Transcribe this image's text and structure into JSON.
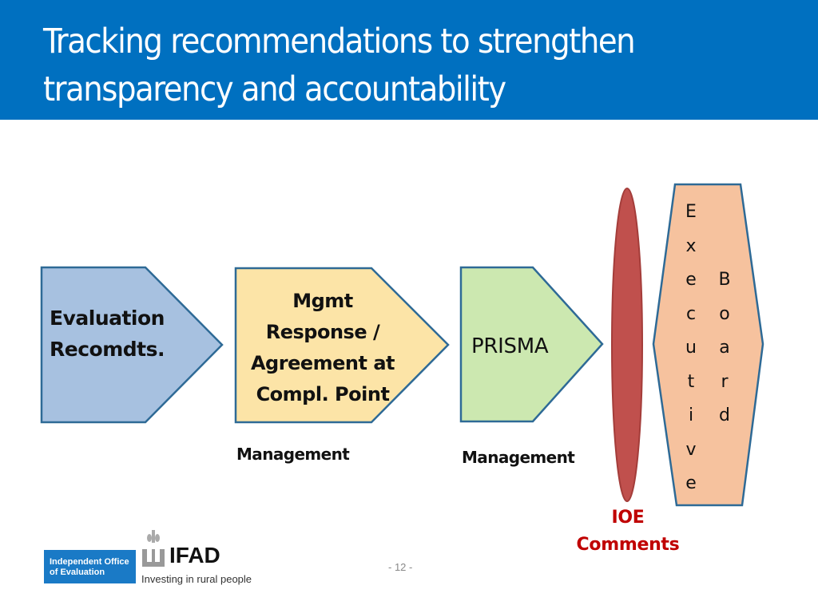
{
  "slide": {
    "title_line1": "Tracking recommendations to strengthen",
    "title_line2": "transparency and accountability",
    "page_number": "- 12 -"
  },
  "colors": {
    "title_bar": "#0070c0",
    "evaluation_fill": "#a7c1e0",
    "mgmt_fill": "#fce4a7",
    "prisma_fill": "#cce8b0",
    "ioe_oval_fill": "#c0504d",
    "board_fill": "#f6c29e",
    "outline": "#2e6a96",
    "ioe_text": "#c00000"
  },
  "diagram": {
    "nodes": [
      {
        "id": "evaluation",
        "label_line1": "Evaluation",
        "label_line2": "Recomdts.",
        "shape": "pentagon-arrow"
      },
      {
        "id": "mgmt_response",
        "label_line1": "Mgmt",
        "label_line2": "Response /",
        "label_line3": "Agreement at",
        "label_line4": "Compl. Point",
        "shape": "pentagon-arrow",
        "owner": "Management"
      },
      {
        "id": "prisma",
        "label": "PRISMA",
        "shape": "pentagon-arrow",
        "owner": "Management"
      },
      {
        "id": "ioe_comments",
        "label_line1": "IOE",
        "label_line2": "Comments",
        "shape": "ellipse"
      },
      {
        "id": "executive_board",
        "label_col1": [
          "E",
          "x",
          "e",
          "c",
          "u",
          "t",
          "i",
          "v",
          "e"
        ],
        "label_col2": [
          "B",
          "o",
          "a",
          "r",
          "d"
        ],
        "shape": "hexagon"
      }
    ],
    "owner_labels": {
      "mgmt_response": "Management",
      "prisma": "Management"
    }
  },
  "footer": {
    "ioe_logo_line1": "Independent Office",
    "ioe_logo_line2": "of Evaluation",
    "ifad_wordmark": "IFAD",
    "ifad_tagline": "Investing in rural people"
  }
}
